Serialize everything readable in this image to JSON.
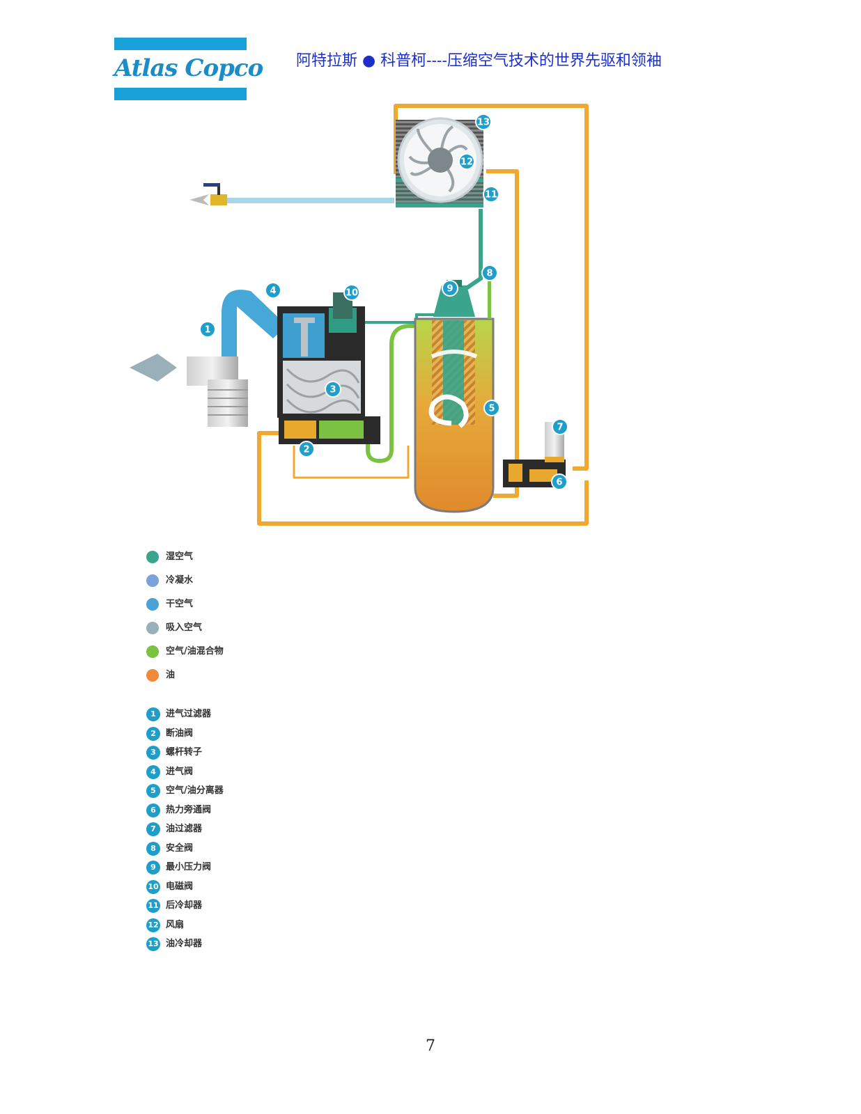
{
  "header": {
    "logo_text": "Atlas Copco",
    "title": "阿特拉斯 ● 科普柯----压缩空气技术的世界先驱和领袖"
  },
  "diagram": {
    "callouts": [
      "1",
      "2",
      "3",
      "4",
      "5",
      "6",
      "7",
      "8",
      "9",
      "10",
      "11",
      "12",
      "13"
    ],
    "colors": {
      "wet_air": "#3aa58c",
      "condensate": "#7ba3d8",
      "dry_air": "#4aa2d6",
      "intake_air": "#9ab0b8",
      "air_oil_mix": "#7cc242",
      "oil": "#f0a030",
      "callout_badge": "#1e9ec9"
    }
  },
  "legend_media": [
    {
      "label": "湿空气",
      "color": "#3aa58c"
    },
    {
      "label": "冷凝水",
      "color": "#7ba3d8"
    },
    {
      "label": "干空气",
      "color": "#4aa2d6"
    },
    {
      "label": "吸入空气",
      "color": "#9ab0b8"
    },
    {
      "label": "空气/油混合物",
      "color": "#7cc242"
    },
    {
      "label": "油",
      "color": "#f08a3a"
    }
  ],
  "legend_components": [
    {
      "num": "1",
      "label": "进气过滤器"
    },
    {
      "num": "2",
      "label": "断油阀"
    },
    {
      "num": "3",
      "label": "螺杆转子"
    },
    {
      "num": "4",
      "label": "进气阀"
    },
    {
      "num": "5",
      "label": "空气/油分离器"
    },
    {
      "num": "6",
      "label": "热力旁通阀"
    },
    {
      "num": "7",
      "label": "油过滤器"
    },
    {
      "num": "8",
      "label": "安全阀"
    },
    {
      "num": "9",
      "label": "最小压力阀"
    },
    {
      "num": "10",
      "label": "电磁阀"
    },
    {
      "num": "11",
      "label": "后冷却器"
    },
    {
      "num": "12",
      "label": "风扇"
    },
    {
      "num": "13",
      "label": "油冷却器"
    }
  ],
  "page_number": "7"
}
